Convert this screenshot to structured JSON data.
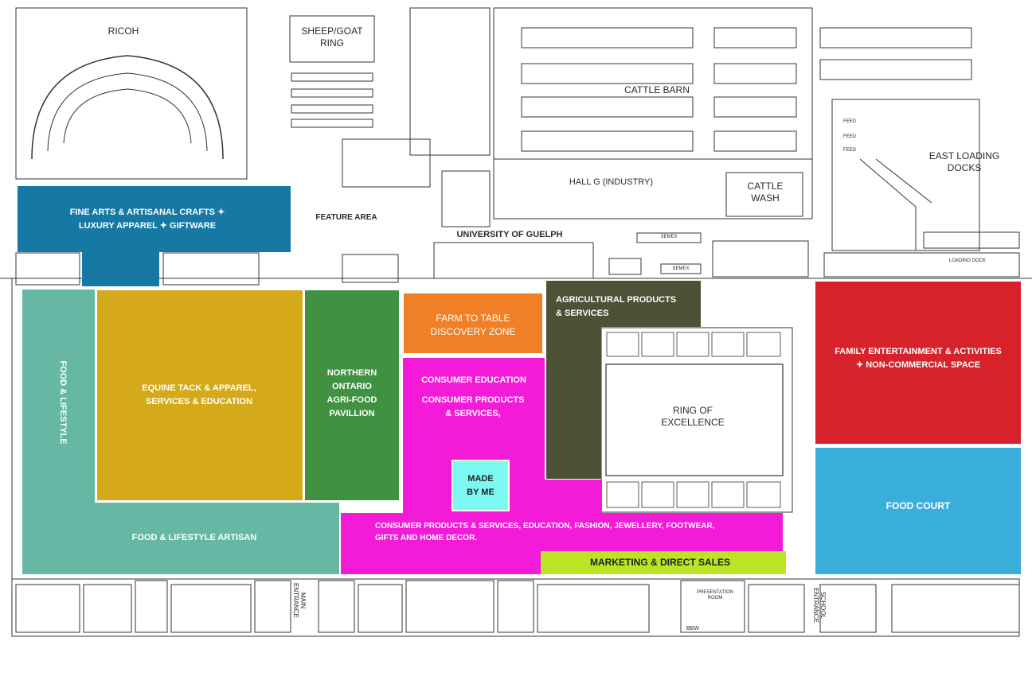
{
  "colors": {
    "fine_arts": "#1579a4",
    "food_lifestyle": "#66b7a4",
    "equine": "#d4aa1a",
    "northern_ontario": "#409142",
    "farm_to_table": "#f07f27",
    "consumer": "#f31ad8",
    "made_by_me": "#7ef8f3",
    "agricultural": "#4d5136",
    "family": "#d7222b",
    "food_court": "#3aaedb",
    "marketing": "#b9e525"
  },
  "building_labels": {
    "ricoh": "RICOH",
    "sheep_goat": "SHEEP/GOAT\nRING",
    "cattle_barn": "CATTLE BARN",
    "east_loading": "EAST LOADING\nDOCKS",
    "hall_g": "HALL G (INDUSTRY)",
    "cattle_wash": "CATTLE\nWASH",
    "feature_area": "FEATURE AREA",
    "uofg": "UNIVERSITY OF GUELPH",
    "ring": "RING OF\nEXCELLENCE",
    "main_entrance": "MAIN\nENTRANCE",
    "school_entrance": "SCHOOL\nENTRANCE"
  },
  "zones": {
    "fine_arts": "FINE ARTS & ARTISANAL CRAFTS ✦\nLUXURY APPAREL ✦ GIFTWARE",
    "food_lifestyle": "FOOD & LIFESTYLE",
    "food_lifestyle_artisan": "FOOD & LIFESTYLE ARTISAN",
    "equine": "EQUINE TACK & APPAREL,\nSERVICES & EDUCATION",
    "northern_ontario": "NORTHERN\nONTARIO\nAGRI-FOOD\nPAVILLION",
    "farm_to_table": "FARM TO TABLE\nDISCOVERY ZONE",
    "consumer_education": "CONSUMER EDUCATION",
    "consumer_products": "CONSUMER PRODUCTS\n& SERVICES,",
    "made_by_me": "MADE\nBY ME",
    "agricultural": "AGRICULTURAL PRODUCTS\n& SERVICES",
    "family": "FAMILY ENTERTAINMENT & ACTIVITIES\n✦ NON-COMMERCIAL SPACE",
    "food_court": "FOOD COURT",
    "consumer_bottom": "CONSUMER PRODUCTS & SERVICES, EDUCATION, FASHION, JEWELLERY, FOOTWEAR,\nGIFTS AND HOME DECOR.",
    "marketing": "MARKETING & DIRECT SALES"
  },
  "small_labels": {
    "feed": "FEED",
    "semex": "SEMEX",
    "loading_dock": "LOADING DOCK",
    "presentation_room": "PRESENTATION\nROOM",
    "bbw": "BBW"
  }
}
